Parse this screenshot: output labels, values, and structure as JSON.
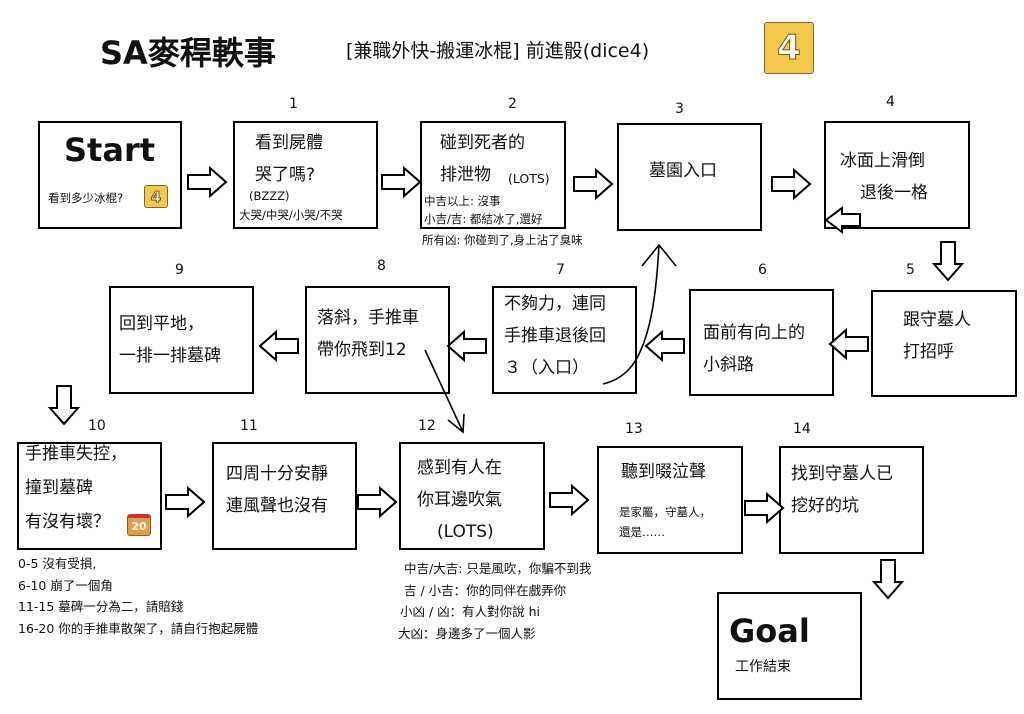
{
  "header": {
    "title": "SA麥稈軼事",
    "subtitle": "[兼職外快-搬運冰棍]  前進骰(dice4)",
    "dice_value": "4"
  },
  "start": {
    "title": "Start",
    "caption": "看到多少冰棍?",
    "dice_value": "4"
  },
  "steps": [
    {
      "number": "1",
      "lines": [
        "看到屍體",
        "哭了嗎?"
      ],
      "sub": "(BZZZ)",
      "extra": "大哭/中哭/小哭/不哭"
    },
    {
      "number": "2",
      "lines": [
        "碰到死者的",
        "排泄物"
      ],
      "sub": "(LOTS)",
      "notes": [
        "中吉以上: 沒事",
        "小吉/吉: 都結冰了,還好",
        "所有凶: 你碰到了,身上沾了臭味"
      ]
    },
    {
      "number": "3",
      "lines": [
        "墓園入口"
      ]
    },
    {
      "number": "4",
      "lines": [
        "冰面上滑倒",
        "退後一格"
      ]
    },
    {
      "number": "5",
      "lines": [
        "跟守墓人",
        "打招呼"
      ]
    },
    {
      "number": "6",
      "lines": [
        "面前有向上的",
        "小斜路"
      ]
    },
    {
      "number": "7",
      "lines": [
        "不夠力，連同",
        "手推車退後回",
        "３（入口）"
      ]
    },
    {
      "number": "8",
      "lines": [
        "落斜，手推車",
        "帶你飛到12"
      ]
    },
    {
      "number": "9",
      "lines": [
        "回到平地，",
        "一排一排墓碑"
      ]
    },
    {
      "number": "10",
      "lines": [
        "手推車失控，",
        "撞到墓碑",
        "有沒有壞？"
      ],
      "dice_value": "20",
      "notes": [
        "0-5 沒有受損,",
        "6-10 崩了一個角",
        "11-15 墓碑一分為二，請賠錢",
        "16-20 你的手推車散架了，請自行抱起屍體"
      ]
    },
    {
      "number": "11",
      "lines": [
        "四周十分安靜",
        "連風聲也沒有"
      ]
    },
    {
      "number": "12",
      "lines": [
        "感到有人在",
        "你耳邊吹氣",
        "(LOTS)"
      ],
      "notes": [
        "中吉/大吉: 只是風吹，你騙不到我",
        "吉 / 小吉：你的同伴在戲弄你",
        "小凶 / 凶：有人對你說 hi",
        "大凶：身邊多了一個人影"
      ]
    },
    {
      "number": "13",
      "lines": [
        "聽到啜泣聲"
      ],
      "sub_lines": [
        "是家屬，守墓人，",
        "還是……"
      ]
    },
    {
      "number": "14",
      "lines": [
        "找到守墓人已",
        "挖好的坑"
      ]
    }
  ],
  "goal": {
    "title": "Goal",
    "caption": "工作結束"
  }
}
